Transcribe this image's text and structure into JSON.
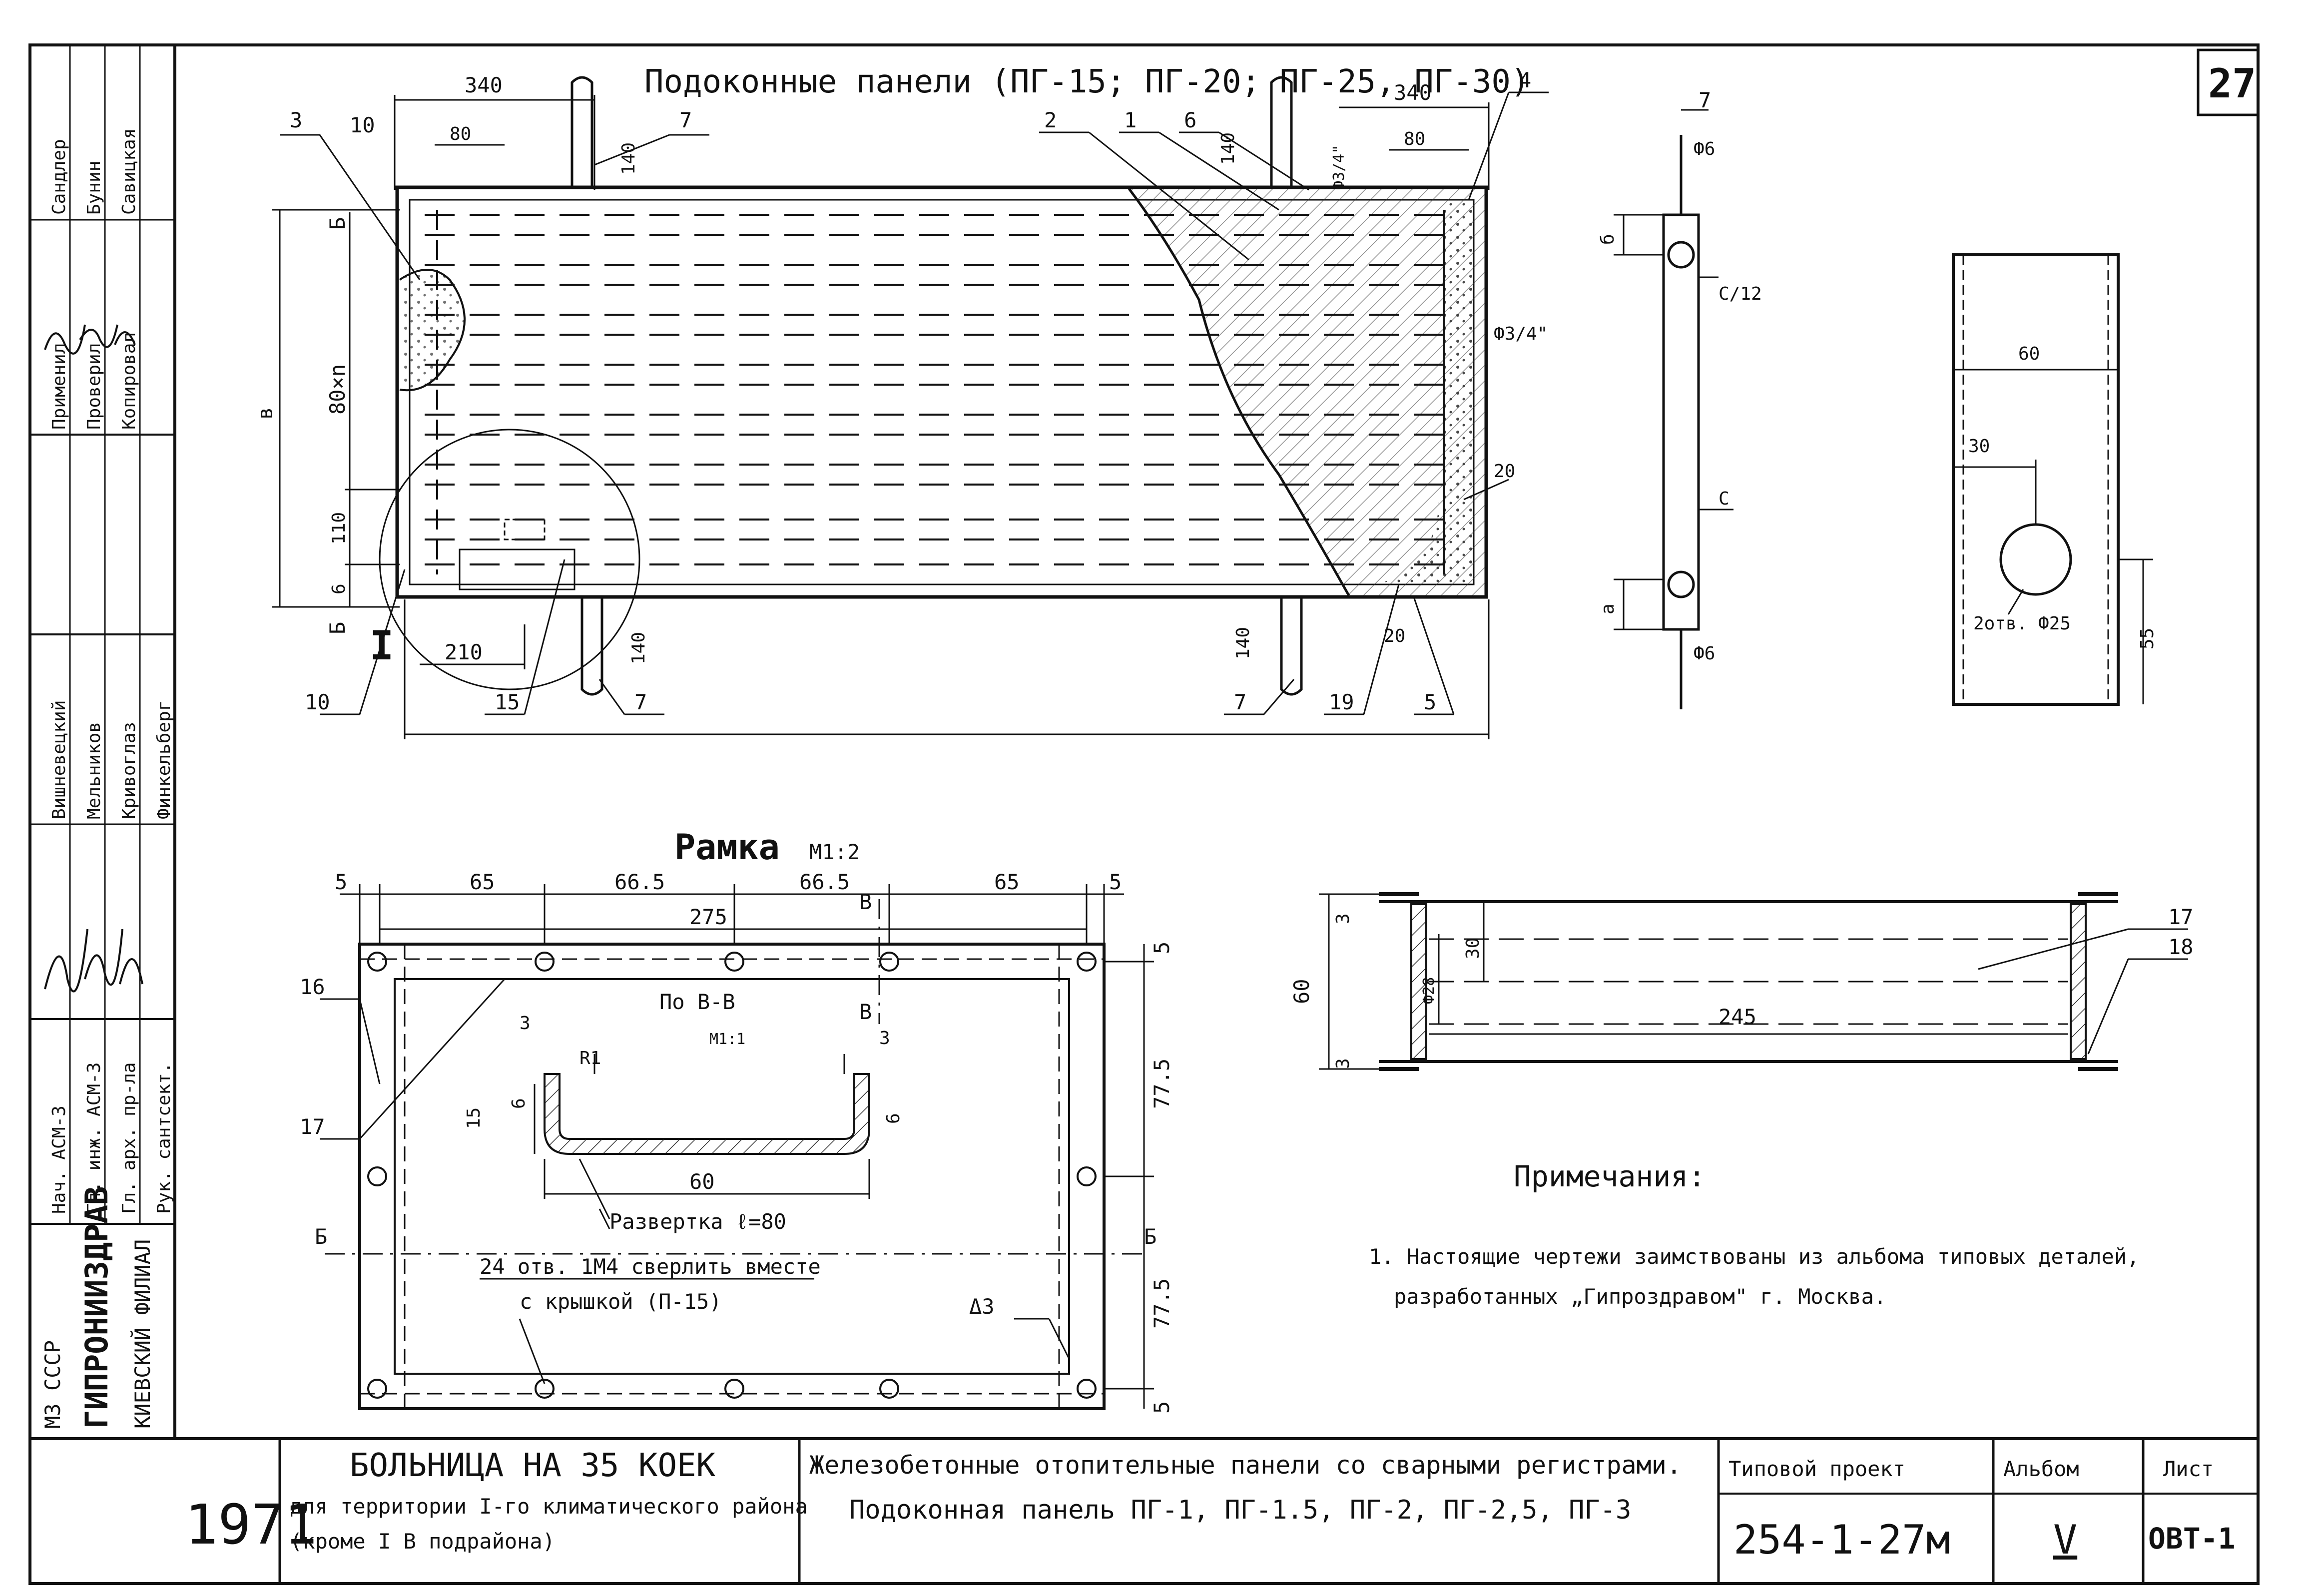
{
  "sheet": {
    "sheet_number": "27",
    "year": "1971",
    "organization": {
      "ministry": "МЗ СССР",
      "institute": "ГИПРОНИИЗДРАВ",
      "branch": "КИЕВСКИЙ ФИЛИАЛ"
    },
    "staff_rows": [
      {
        "role": "Нач. АСМ-3",
        "name": "Вишневецкий"
      },
      {
        "role": "Гл. инж. АСМ-3",
        "name": "Мельников"
      },
      {
        "role": "Гл. арх. пр-ла",
        "name": "Кривоглаз"
      },
      {
        "role": "Рук. сантсект.",
        "name": "Финкельберг"
      }
    ],
    "usage_rows": [
      {
        "role": "Применил",
        "name": "Сандлер"
      },
      {
        "role": "Проверил",
        "name": "Бунин"
      },
      {
        "role": "Копировал",
        "name": "Савицкая"
      }
    ],
    "project_title": "БОЛЬНИЦА НА 35 КОЕК",
    "project_sub1": "для территории I-го климатического района",
    "project_sub2": "(кроме I В подрайона)",
    "drawing_title1": "Железобетонные отопительные панели со сварными регистрами.",
    "drawing_title2": "Подоконная панель ПГ-1, ПГ-1.5, ПГ-2, ПГ-2,5, ПГ-3",
    "type_project_label": "Типовой проект",
    "type_project_value": "254-1-27м",
    "album_label": "Альбом",
    "album_value": "V",
    "sheet_label": "Лист",
    "sheet_value": "ОВТ-1"
  },
  "panel_view": {
    "title": "Подоконные панели (ПГ-15; ПГ-20; ПГ-25, ПГ-30)",
    "dims": {
      "d340a": "340",
      "d340b": "340",
      "d80a": "80",
      "d80b": "80",
      "d140a": "140",
      "d140b": "140",
      "d140c": "140",
      "d140d": "140",
      "d110": "110",
      "d6": "6",
      "d80n": "80×n",
      "dB": "в",
      "d210": "210",
      "d20a": "20",
      "d20b": "20",
      "dphi34a": "Ф3/4\"",
      "dphi34b": "Ф3/4\""
    },
    "callouts": {
      "c1": "1",
      "c2": "2",
      "c3": "3",
      "c4": "4",
      "c5": "5",
      "c6": "6",
      "c7a": "7",
      "c7b": "7",
      "c7c": "7",
      "c10a": "10",
      "c10b": "10",
      "c15": "15",
      "c19": "19",
      "cI": "I",
      "cBa": "Б",
      "cBb": "Б"
    }
  },
  "bracket_view": {
    "dims": {
      "phi6a": "Ф6",
      "phi6b": "Ф6",
      "b": "б",
      "c12": "С/12",
      "c": "С",
      "a": "а"
    },
    "callout": "7"
  },
  "plate_view": {
    "dims": {
      "w60": "60",
      "w30": "30",
      "h55": "55",
      "holes": "2отв. Ф25"
    }
  },
  "frame_view": {
    "title": "Рамка",
    "scale": "М1:2",
    "dims": {
      "d5a": "5",
      "d5b": "5",
      "d65a": "65",
      "d665a": "66.5",
      "d665b": "66.5",
      "d65b": "65",
      "d275": "275",
      "d775a": "77.5",
      "d775b": "77.5",
      "d5c": "5",
      "d5d": "5"
    },
    "section_label": "По В-В",
    "section_scale": "М1:1",
    "section_dims": {
      "s3a": "3",
      "s3b": "3",
      "s15": "15",
      "s6a": "6",
      "s6b": "6",
      "s60": "60",
      "s_r": "R1"
    },
    "development": "Развертка ℓ=80",
    "holes_note1": "24 отв. 1М4 сверлить вместе",
    "holes_note2": "с крышкой (П-15)",
    "weld": "Δ3",
    "cuts": {
      "Ba": "Б",
      "Bb": "Б",
      "Va": "В",
      "Vb": "В"
    },
    "callouts": {
      "c16": "16",
      "c17": "17"
    }
  },
  "channel_view": {
    "dims": {
      "d3a": "3",
      "d3b": "3",
      "d30": "30",
      "d60": "60",
      "d245": "245",
      "phi28": "Ф28"
    },
    "callouts": {
      "c17": "17",
      "c18": "18"
    }
  },
  "notes": {
    "heading": "Примечания:",
    "line1": "1. Настоящие чертежи заимствованы из альбома типовых деталей,",
    "line2": "разработанных „Гипроздравом\" г. Москва."
  }
}
